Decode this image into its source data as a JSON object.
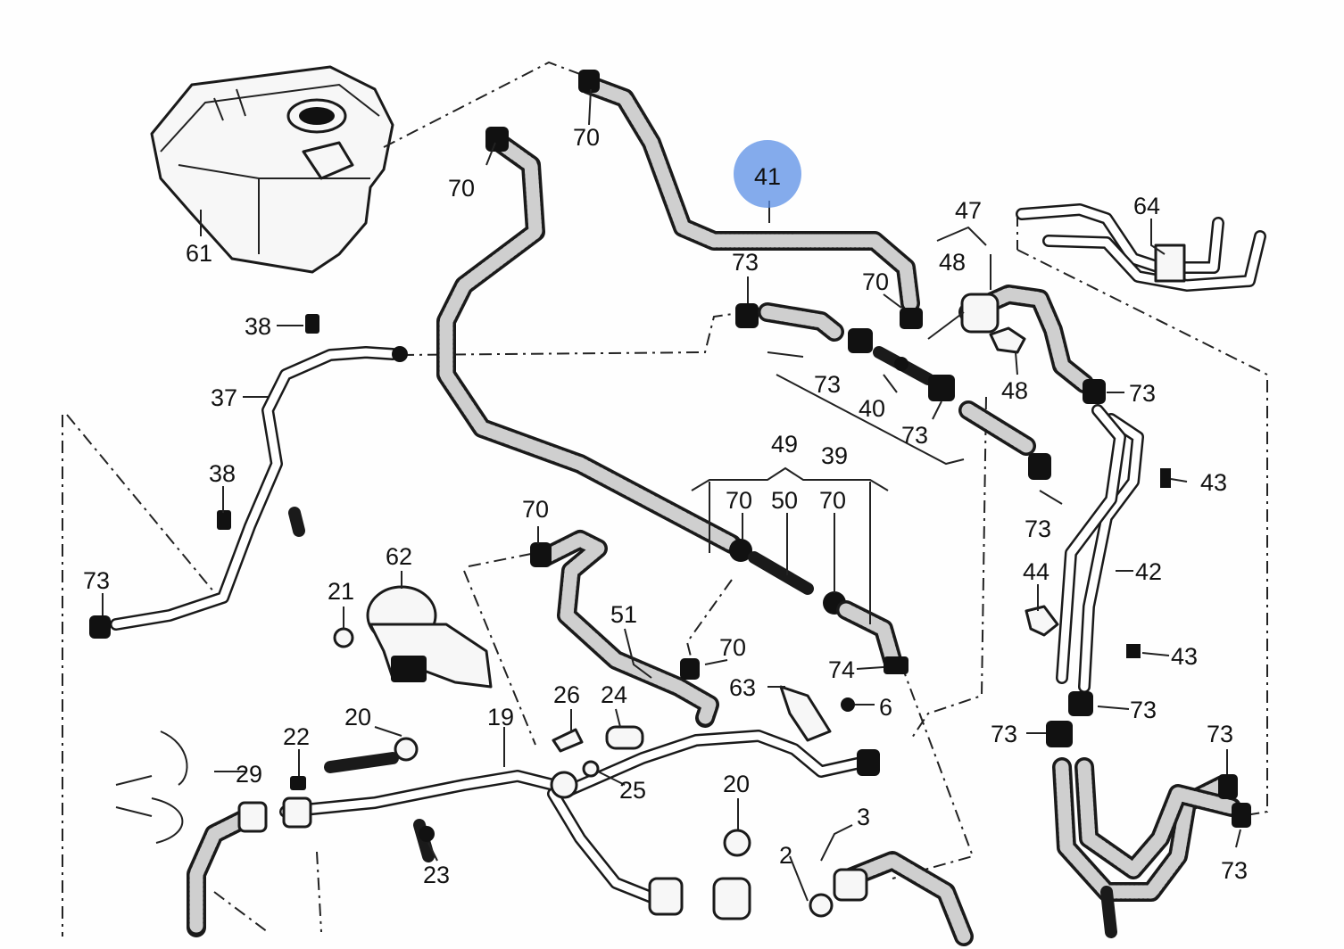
{
  "diagram": {
    "highlight_color": "#5b8fe6",
    "highlighted_label": "41",
    "labels": [
      "70",
      "70",
      "41",
      "61",
      "73",
      "70",
      "47",
      "48",
      "64",
      "48",
      "38",
      "37",
      "73",
      "40",
      "73",
      "73",
      "43",
      "73",
      "39",
      "49",
      "70",
      "50",
      "70",
      "38",
      "42",
      "44",
      "43",
      "70",
      "62",
      "21",
      "51",
      "73",
      "70",
      "74",
      "63",
      "6",
      "73",
      "73",
      "73",
      "73",
      "73",
      "26",
      "24",
      "22",
      "20",
      "19",
      "29",
      "25",
      "20",
      "3",
      "2",
      "23",
      "73"
    ]
  }
}
